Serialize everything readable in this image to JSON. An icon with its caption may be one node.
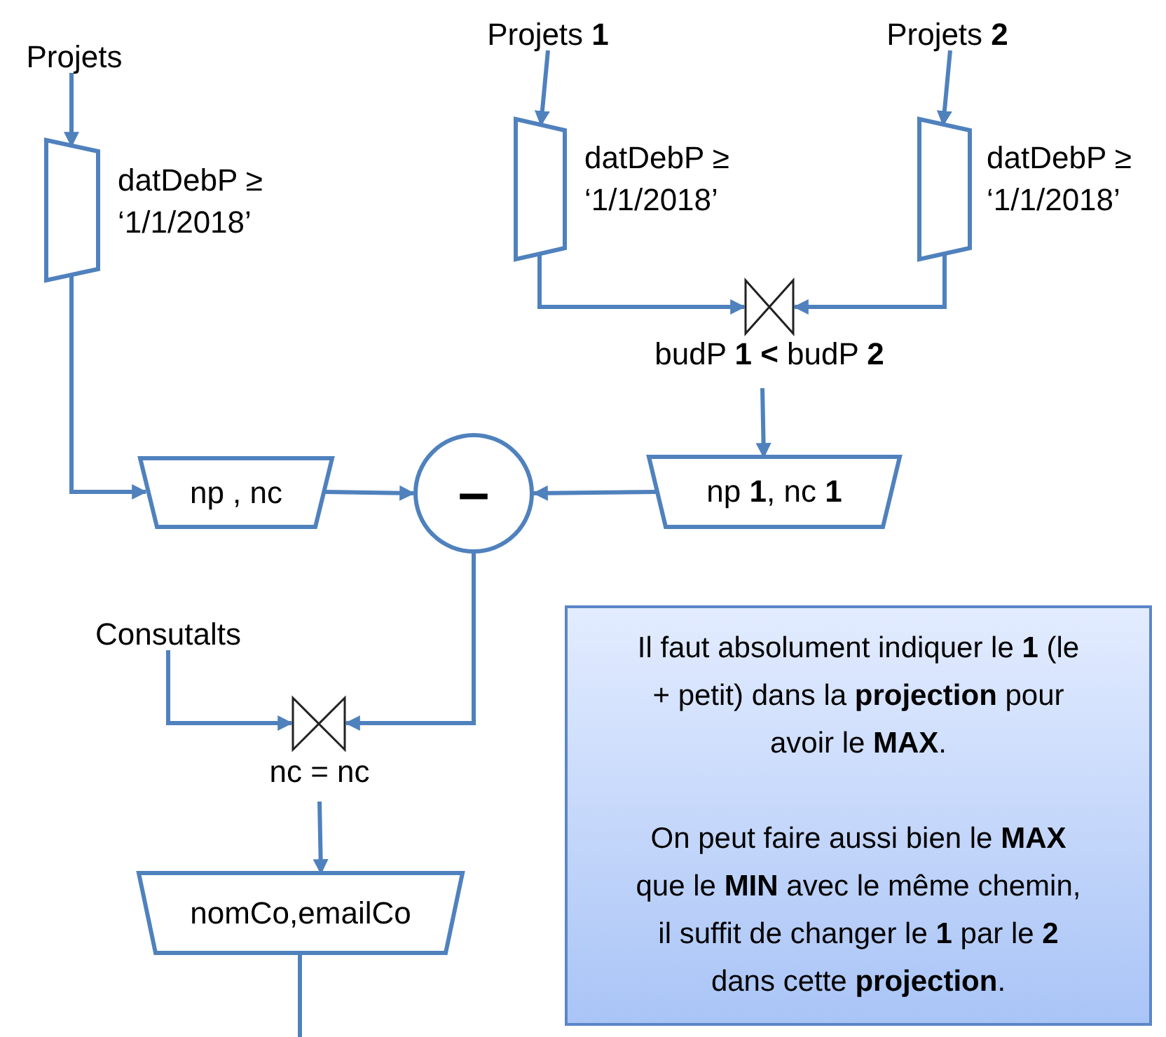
{
  "diagram": {
    "nodes": [
      {
        "text": [
          "Projets"
        ]
      },
      {
        "text": [],
        "shape": "trapezoid",
        "beside": [
          "datDebP ≥ ‘1/1/2018’"
        ]
      },
      {
        "text": [
          "Projets **1**"
        ]
      },
      {
        "text": [],
        "shape": "trapezoid",
        "beside": [
          "datDebP ≥ ‘1/1/2018’"
        ]
      },
      {
        "text": [
          "Projets **2**"
        ]
      },
      {
        "text": [],
        "shape": "trapezoid",
        "beside": [
          "datDebP ≥ ‘1/1/2018’"
        ]
      },
      {
        "text": [],
        "shape": "bowtie",
        "beside": [
          "budP **1 <** budP **2**"
        ]
      },
      {
        "text": [
          "np , nc"
        ]
      },
      {
        "text": [
          "–"
        ]
      },
      {
        "text": [
          "np **1**, nc **1**"
        ]
      },
      {
        "text": [
          "Consutalts"
        ]
      },
      {
        "text": [],
        "shape": "bowtie",
        "beside": [
          "nc = nc"
        ]
      },
      {
        "text": [
          "nomCo,emailCo"
        ]
      },
      {
        "text": [
          "Il faut absolument indiquer le **1** (le + petit) dans la **projection** pour avoir le **MAX**.",
          "On peut faire aussi bien le **MAX** que le **MIN** avec le même chemin, il suffit de changer le **1** par le **2** dans cette **projection**."
        ]
      }
    ],
    "edges": [
      {
        "from": 0,
        "to": 1,
        "arrow": "to"
      },
      {
        "from": 2,
        "to": 3,
        "arrow": "to"
      },
      {
        "from": 4,
        "to": 5,
        "arrow": "to"
      },
      {
        "from": 1,
        "to": 7,
        "arrow": "to"
      },
      {
        "from": 3,
        "to": 6,
        "arrow": "to"
      },
      {
        "from": 5,
        "to": 6,
        "arrow": "to"
      },
      {
        "from": 6,
        "to": 9,
        "arrow": "to"
      },
      {
        "from": 7,
        "to": 8,
        "arrow": "to"
      },
      {
        "from": 9,
        "to": 8,
        "arrow": "to"
      },
      {
        "from": 8,
        "to": 11,
        "arrow": "to"
      },
      {
        "from": 10,
        "to": 11,
        "arrow": "to"
      },
      {
        "from": 11,
        "to": 12,
        "arrow": "to"
      },
      {
        "from": 12,
        "to": null,
        "arrow": "none"
      }
    ]
  }
}
